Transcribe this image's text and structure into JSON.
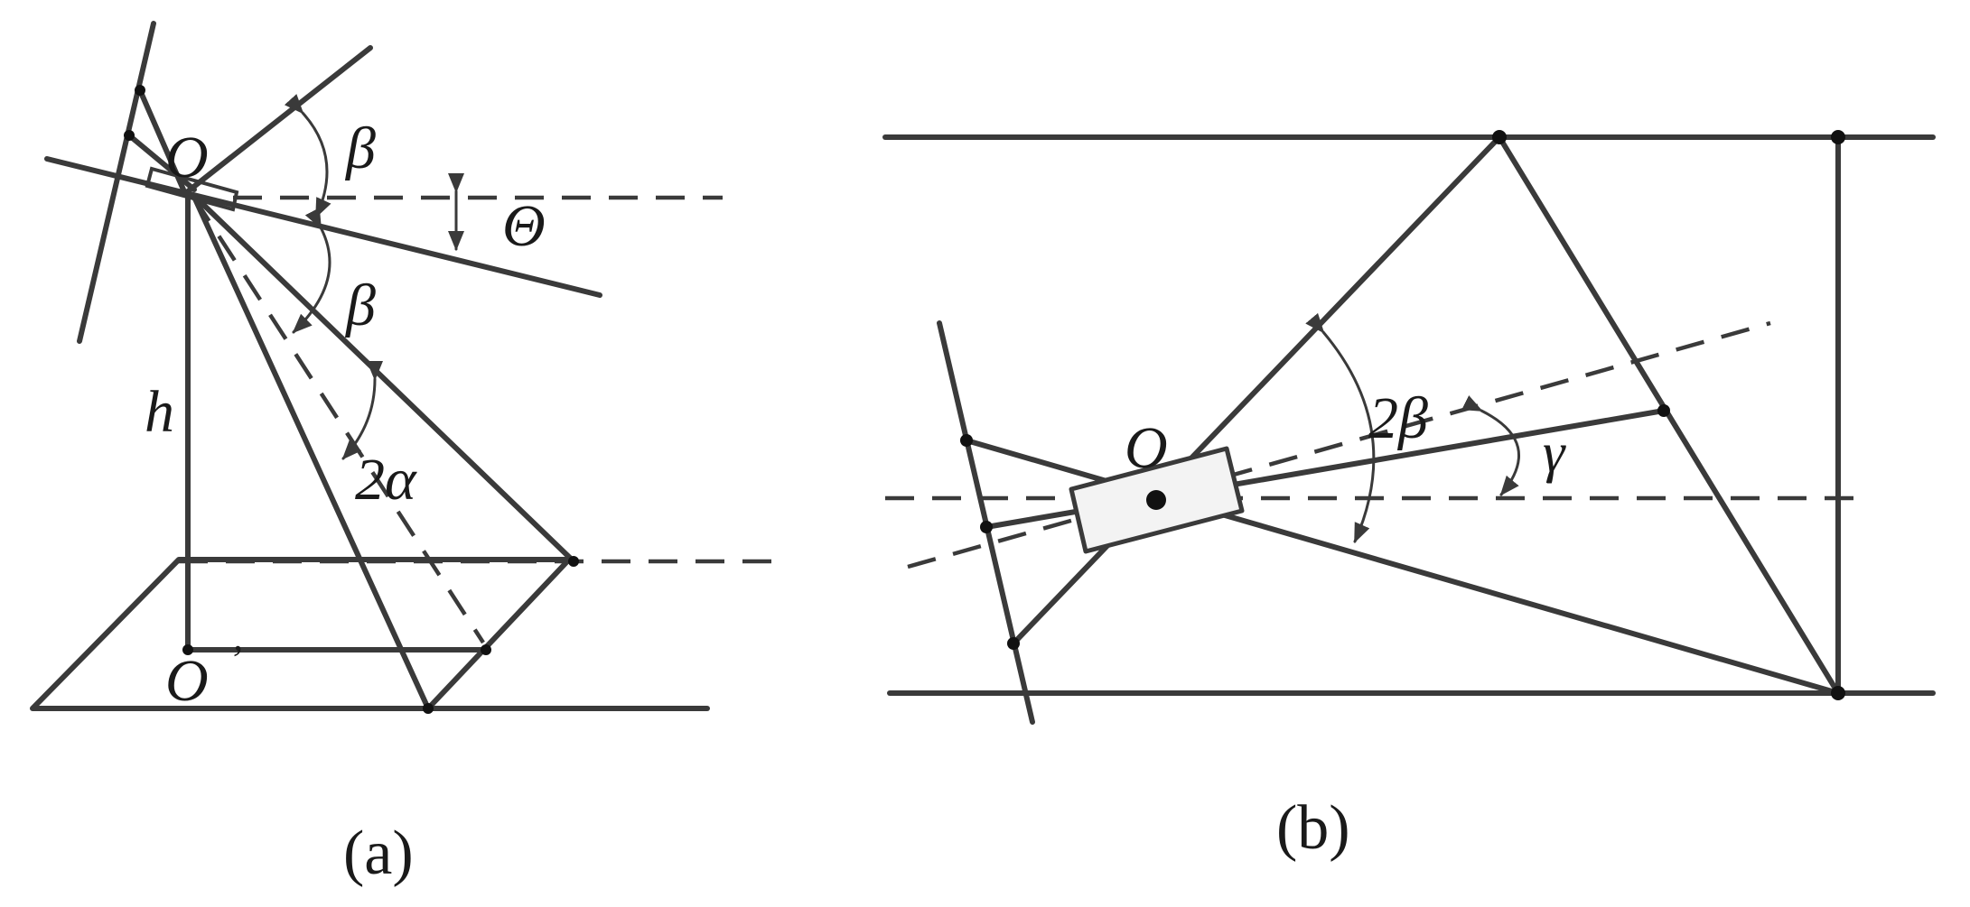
{
  "panel_a": {
    "caption": "(a)",
    "labels": {
      "origin_top": "O",
      "origin_bottom": "O",
      "prime_mark": "’",
      "beta_upper": "β",
      "beta_lower": "β",
      "theta": "Θ",
      "height": "h",
      "two_alpha": "2α"
    }
  },
  "panel_b": {
    "caption": "(b)",
    "labels": {
      "origin": "O",
      "two_beta": "2β",
      "gamma": "γ"
    }
  }
}
